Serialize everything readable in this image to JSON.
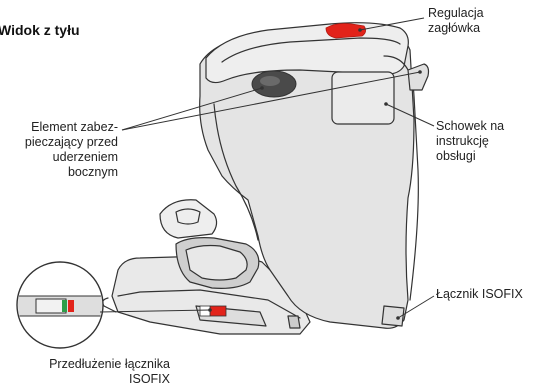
{
  "title": "Widok z tyłu",
  "labels": {
    "headrest_adjustment": [
      "Regulacja",
      "zagłówka"
    ],
    "side_impact_protection": [
      "Element zabez-",
      "pieczający przed",
      "uderzeniem",
      "bocznym"
    ],
    "manual_compartment": [
      "Schowek na",
      "instrukcję",
      "obsługi"
    ],
    "isofix_connector": [
      "Łącznik ISOFIX"
    ],
    "isofix_extension": [
      "Przedłużenie łącznika",
      "ISOFIX"
    ]
  },
  "colors": {
    "outline": "#333333",
    "seat_fill": "#e4e4e4",
    "seat_light": "#eeeeee",
    "headrest_button": "#e2231a",
    "impact_element": "#4a4a4a",
    "indicator_green": "#2e9e48"
  }
}
